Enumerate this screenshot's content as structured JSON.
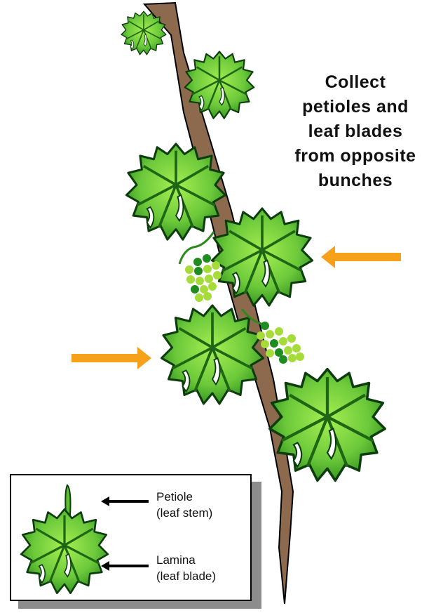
{
  "instruction": "Collect\npetioles and\nleaf blades\nfrom opposite\nbunches",
  "legend": {
    "petiole_label": "Petiole\n(leaf stem)",
    "lamina_label": "Lamina\n(leaf blade)"
  },
  "colors": {
    "leaf_dark": "#2f8a1e",
    "leaf_light": "#8ee04a",
    "cane": "#8d6a4d",
    "grape_dark": "#1f8c1f",
    "grape_light": "#a6dc3a",
    "arrow": "#f7a11a"
  }
}
